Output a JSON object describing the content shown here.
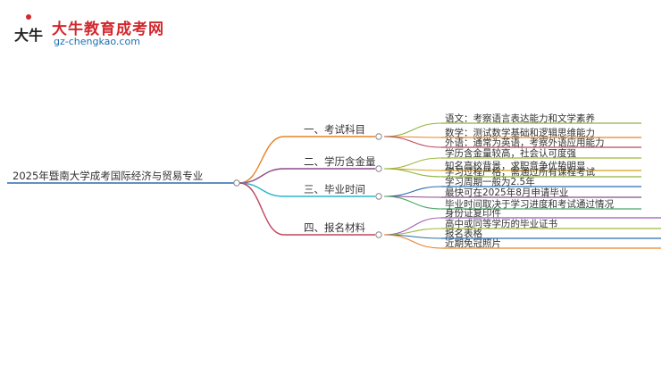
{
  "logo": {
    "brand": "大牛教育成考网",
    "domain": "gz-chengkao.com",
    "mark_text": "大牛"
  },
  "root": {
    "label": "2025年暨南大学成考国际经济与贸易专业",
    "color": "#2b6cb0"
  },
  "branches": [
    {
      "label": "一、考试科目",
      "color": "#e8822a",
      "children": [
        {
          "label": "语文：考察语言表达能力和文学素养",
          "color": "#8db33a"
        },
        {
          "label": "数学：测试数学基础和逻辑思维能力",
          "color": "#e8822a"
        },
        {
          "label": "外语：通常为英语，考察外语应用能力",
          "color": "#c0455c"
        }
      ]
    },
    {
      "label": "二、学历含金量",
      "color": "#8b4a8b",
      "children": [
        {
          "label": "学历含金量较高，社会认可度强",
          "color": "#a0b83a"
        },
        {
          "label": "知名高校背景，求职竞争优势明显",
          "color": "#d4a017"
        },
        {
          "label": "学习过程严格，需通过所有课程考试",
          "color": "#8db33a"
        }
      ]
    },
    {
      "label": "三、毕业时间",
      "color": "#2bb5c9",
      "children": [
        {
          "label": "学习周期一般为2.5年",
          "color": "#2b6cb0"
        },
        {
          "label": "最快可在2025年8月申请毕业",
          "color": "#8b4a8b"
        },
        {
          "label": "毕业时间取决于学习进度和考试通过情况",
          "color": "#4aa86a"
        }
      ]
    },
    {
      "label": "四、报名材料",
      "color": "#c0455c",
      "children": [
        {
          "label": "身份证复印件",
          "color": "#9b59b6"
        },
        {
          "label": "高中或同等学历的毕业证书",
          "color": "#a0b83a"
        },
        {
          "label": "报名表格",
          "color": "#2b6cb0"
        },
        {
          "label": "近期免冠照片",
          "color": "#e8822a"
        }
      ]
    }
  ]
}
